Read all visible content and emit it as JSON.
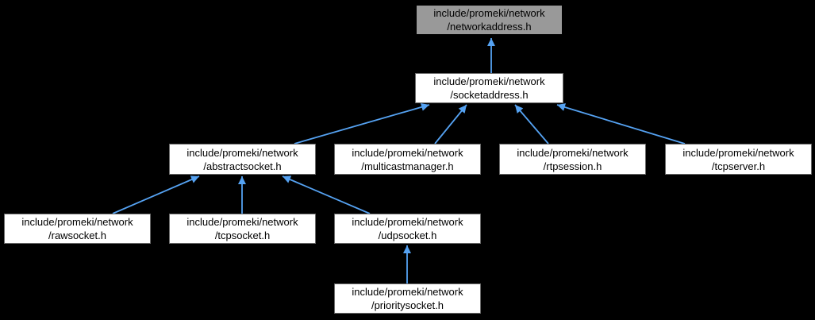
{
  "graph": {
    "type": "include-dependency-graph",
    "background_color": "#000000",
    "edge_color": "#55A2F2",
    "current_node_fill": "#999999",
    "current_node_border": "#000000",
    "node_fill": "#ffffff",
    "node_border_color": "#6b6b6b",
    "text_color": "#000000",
    "nodes": {
      "networkaddress": {
        "line1": "include/promeki/network",
        "line2": "/networkaddress.h",
        "current": true
      },
      "socketaddress": {
        "line1": "include/promeki/network",
        "line2": "/socketaddress.h",
        "current": false
      },
      "abstractsocket": {
        "line1": "include/promeki/network",
        "line2": "/abstractsocket.h",
        "current": false
      },
      "multicastmanager": {
        "line1": "include/promeki/network",
        "line2": "/multicastmanager.h",
        "current": false
      },
      "rtpsession": {
        "line1": "include/promeki/network",
        "line2": "/rtpsession.h",
        "current": false
      },
      "tcpserver": {
        "line1": "include/promeki/network",
        "line2": "/tcpserver.h",
        "current": false
      },
      "rawsocket": {
        "line1": "include/promeki/network",
        "line2": "/rawsocket.h",
        "current": false
      },
      "tcpsocket": {
        "line1": "include/promeki/network",
        "line2": "/tcpsocket.h",
        "current": false
      },
      "udpsocket": {
        "line1": "include/promeki/network",
        "line2": "/udpsocket.h",
        "current": false
      },
      "prioritysocket": {
        "line1": "include/promeki/network",
        "line2": "/prioritysocket.h",
        "current": false
      }
    },
    "edges": [
      {
        "from": "socketaddress",
        "to": "networkaddress"
      },
      {
        "from": "abstractsocket",
        "to": "socketaddress"
      },
      {
        "from": "multicastmanager",
        "to": "socketaddress"
      },
      {
        "from": "rtpsession",
        "to": "socketaddress"
      },
      {
        "from": "tcpserver",
        "to": "socketaddress"
      },
      {
        "from": "rawsocket",
        "to": "abstractsocket"
      },
      {
        "from": "tcpsocket",
        "to": "abstractsocket"
      },
      {
        "from": "udpsocket",
        "to": "abstractsocket"
      },
      {
        "from": "prioritysocket",
        "to": "udpsocket"
      }
    ]
  }
}
